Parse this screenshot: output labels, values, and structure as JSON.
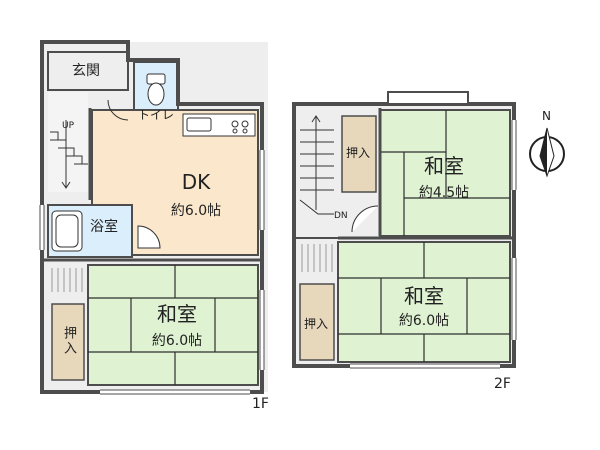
{
  "floor1": {
    "label": "1F",
    "entrance": "玄関",
    "toilet": "トイレ",
    "dk": {
      "name": "DK",
      "size": "約6.0帖"
    },
    "bath": "浴室",
    "washitsu": {
      "name": "和室",
      "size": "約6.0帖"
    },
    "closet": "押入",
    "stair": "UP"
  },
  "floor2": {
    "label": "2F",
    "room_a": {
      "name": "和室",
      "size": "約4.5帖"
    },
    "room_b": {
      "name": "和室",
      "size": "約6.0帖"
    },
    "closet_a": "押入",
    "closet_b": "押入",
    "stair": "DN"
  },
  "compass": {
    "north": "N"
  },
  "colors": {
    "wall": "#4d4d4d",
    "tatami": "#dff2d2",
    "dk_floor": "#fbe8cc",
    "bath_floor": "#dbeefb",
    "closet": "#e7d7bb",
    "grey_floor": "#eeeeee",
    "tatami_line": "#2f2f2f"
  }
}
